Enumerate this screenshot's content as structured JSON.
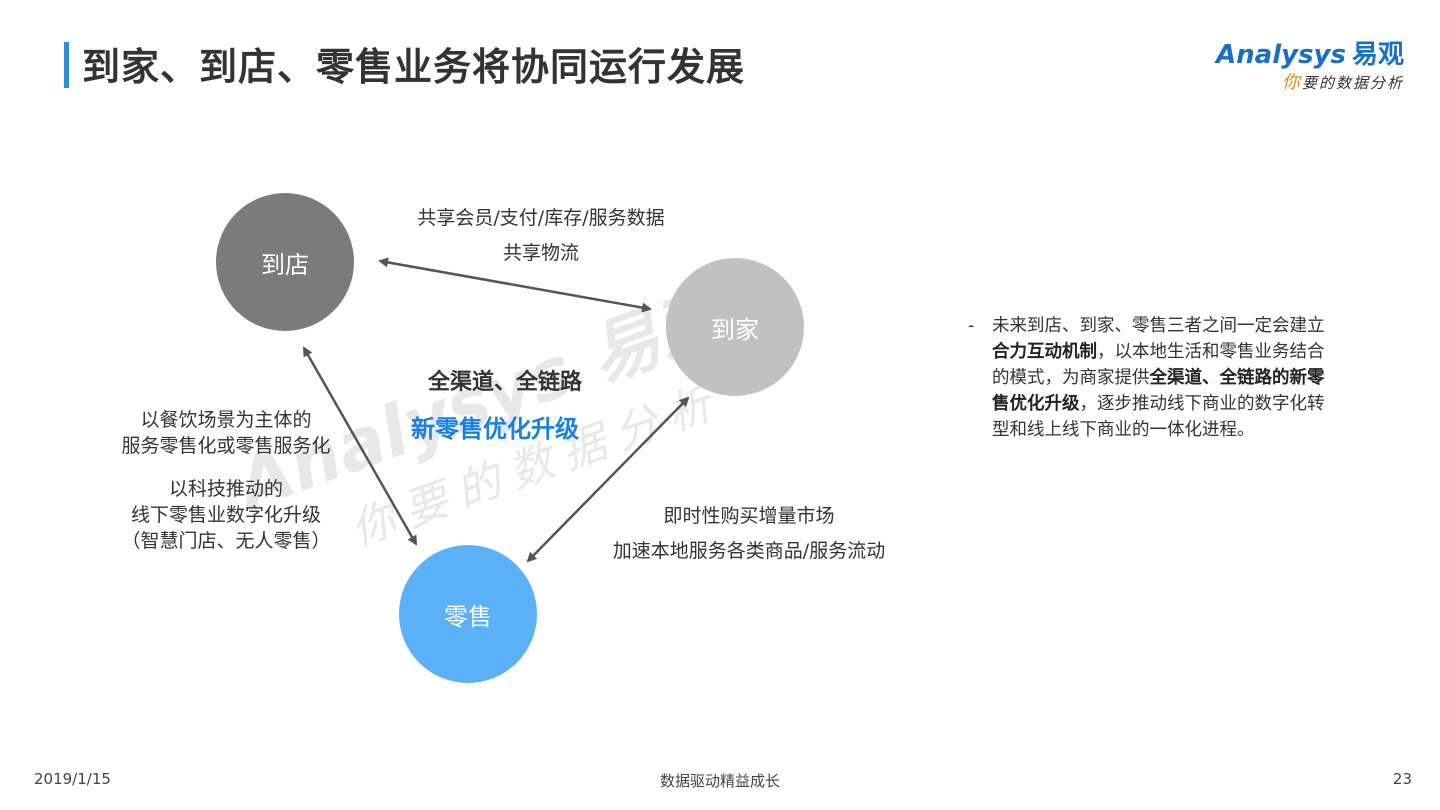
{
  "header": {
    "title": "到家、到店、零售业务将协同运行发展",
    "accent_color": "#2e8ed8"
  },
  "logo": {
    "brand_en": "nalysys",
    "brand_en_initial": "A",
    "brand_cn": "易观",
    "slogan_first": "你",
    "slogan_rest": "要的数据分析"
  },
  "diagram": {
    "nodes": {
      "daodian": {
        "label": "到店",
        "color": "#7b7b7b"
      },
      "daojia": {
        "label": "到家",
        "color": "#c1c1c1"
      },
      "lingshou": {
        "label": "零售",
        "color": "#5ab1f8"
      }
    },
    "edges": {
      "daodian_daojia": [
        "共享会员/支付/库存/服务数据",
        "共享物流"
      ],
      "daodian_lingshou": [
        "以餐饮场景为主体的\n服务零售化或零售服务化",
        "以科技推动的\n线下零售业数字化升级\n（智慧门店、无人零售）"
      ],
      "daojia_lingshou": [
        "即时性购买增量市场",
        "加速本地服务各类商品/服务流动"
      ]
    },
    "center": {
      "line1": "全渠道、全链路",
      "line2": "新零售优化升级",
      "line2_color": "#1a7fe0"
    },
    "watermark": {
      "main": "Analysys 易观",
      "sub": "你要的数据分析"
    }
  },
  "side_note": {
    "bullet": "-",
    "parts": [
      {
        "text": "未来到店、到家、零售三者之间一定会建立",
        "bold": false
      },
      {
        "text": "合力互动机制",
        "bold": true
      },
      {
        "text": "，以本地生活和零售业务结合的模式，为商家提供",
        "bold": false
      },
      {
        "text": "全渠道、全链路的新零售优化升级",
        "bold": true
      },
      {
        "text": "，逐步推动线下商业的数字化转型和线上线下商业的一体化进程。",
        "bold": false
      }
    ]
  },
  "footer": {
    "date": "2019/1/15",
    "slogan": "数据驱动精益成长",
    "page": "23"
  }
}
